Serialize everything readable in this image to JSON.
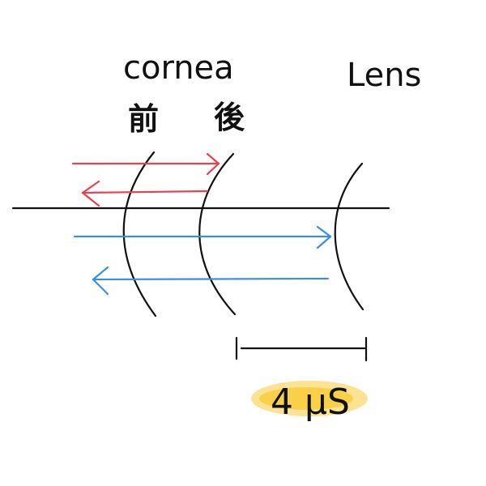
{
  "labels": {
    "cornea": "cornea",
    "lens": "Lens",
    "front": "前",
    "back": "後",
    "distance": "4 μS"
  },
  "colors": {
    "ink": "#111111",
    "red_arrow": "#e8414f",
    "blue_arrow": "#3a8ee6",
    "highlight": "#f9cc3c"
  }
}
